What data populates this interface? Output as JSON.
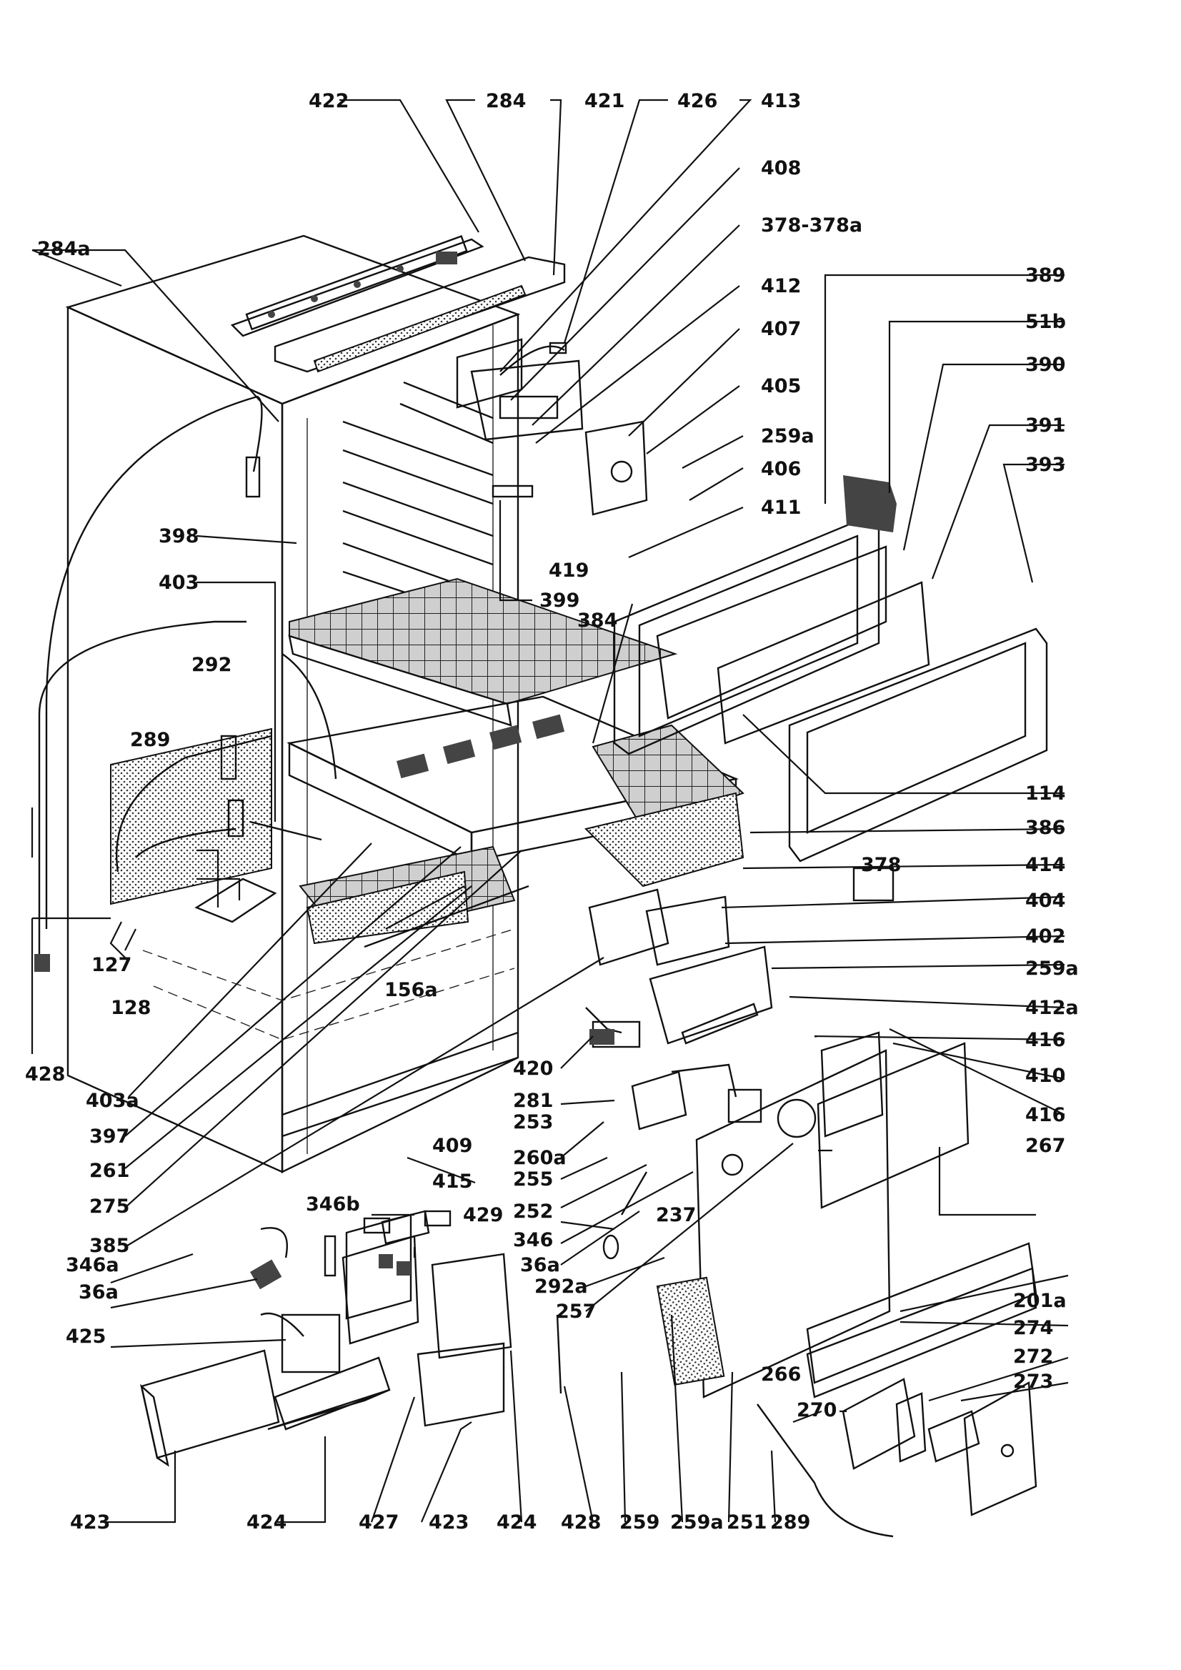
{
  "labels": {
    "l422": "422",
    "l284": "284",
    "l421": "421",
    "l426": "426",
    "l413": "413",
    "l408": "408",
    "l378_378a": "378-378a",
    "l412": "412",
    "l407": "407",
    "l405": "405",
    "l259a_1": "259a",
    "l406": "406",
    "l411": "411",
    "l389": "389",
    "l51b": "51b",
    "l390": "390",
    "l391": "391",
    "l393": "393",
    "l284a": "284a",
    "l398": "398",
    "l403": "403",
    "l399": "399",
    "l419": "419",
    "l384": "384",
    "l292": "292",
    "l289_1": "289",
    "l114": "114",
    "l386": "386",
    "l378": "378",
    "l414": "414",
    "l404": "404",
    "l402": "402",
    "l259a_2": "259a",
    "l412a": "412a",
    "l416_1": "416",
    "l410": "410",
    "l416_2": "416",
    "l127": "127",
    "l128": "128",
    "l156a": "156a",
    "l428_1": "428",
    "l403a": "403a",
    "l397": "397",
    "l261": "261",
    "l275": "275",
    "l385": "385",
    "l420": "420",
    "l281": "281",
    "l253": "253",
    "l260a": "260a",
    "l409": "409",
    "l255": "255",
    "l415": "415",
    "l252": "252",
    "l267": "267",
    "l346b": "346b",
    "l429": "429",
    "l346": "346",
    "l237": "237",
    "l36a_1": "36a",
    "l346a": "346a",
    "l36a_2": "36a",
    "l292a": "292a",
    "l257": "257",
    "l201a": "201a",
    "l274": "274",
    "l425": "425",
    "l272": "272",
    "l273": "273",
    "l266": "266",
    "l270": "270",
    "l423_1": "423",
    "l424_1": "424",
    "l427": "427",
    "l423_2": "423",
    "l424_2": "424",
    "l428_2": "428",
    "l259": "259",
    "l259a_3": "259a",
    "l251": "251",
    "l289_2": "289"
  }
}
